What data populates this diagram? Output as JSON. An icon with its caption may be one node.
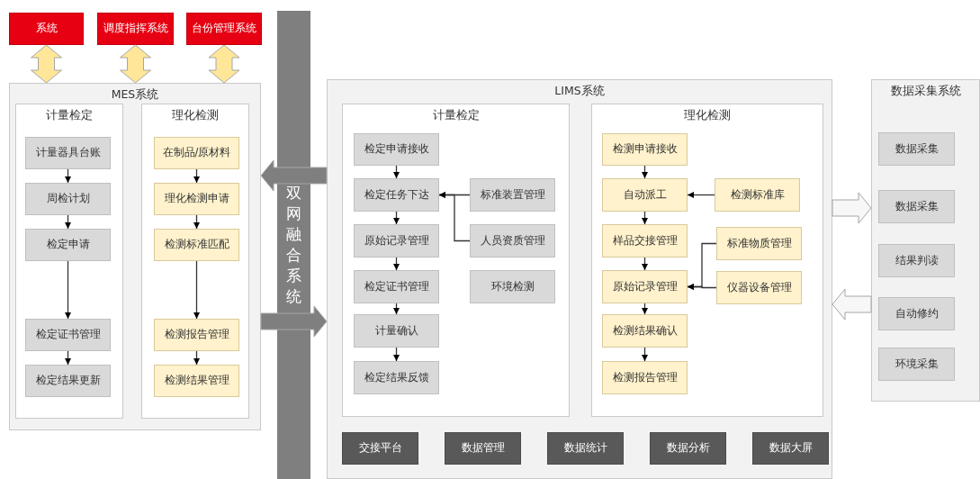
{
  "diagram": {
    "nodes": [
      {
        "text": [
          "系统"
        ]
      },
      {
        "text": [
          "调度指挥系统"
        ]
      },
      {
        "text": [
          "台份管理系统"
        ]
      },
      {
        "text": [
          "MES系统"
        ]
      },
      {
        "text": [
          "计量检定"
        ],
        "in": 3
      },
      {
        "text": [
          "计量器具台账"
        ],
        "in": 4
      },
      {
        "text": [
          "周检计划"
        ],
        "in": 4
      },
      {
        "text": [
          "检定申请"
        ],
        "in": 4
      },
      {
        "text": [
          "检定证书管理"
        ],
        "in": 4
      },
      {
        "text": [
          "检定结果更新"
        ],
        "in": 4
      },
      {
        "text": [
          "理化检测"
        ],
        "in": 3
      },
      {
        "text": [
          "在制品/原材料"
        ],
        "in": 10
      },
      {
        "text": [
          "理化检测申请"
        ],
        "in": 10
      },
      {
        "text": [
          "检测标准匹配"
        ],
        "in": 10
      },
      {
        "text": [
          "检测报告管理"
        ],
        "in": 10
      },
      {
        "text": [
          "检测结果管理"
        ],
        "in": 10
      },
      {
        "text": [
          "双网融合系统"
        ]
      },
      {
        "text": [
          "LIMS系统"
        ]
      },
      {
        "text": [
          "计量检定"
        ],
        "in": 17
      },
      {
        "text": [
          "检定申请接收"
        ],
        "in": 18
      },
      {
        "text": [
          "检定任务下达"
        ],
        "in": 18
      },
      {
        "text": [
          "原始记录管理"
        ],
        "in": 18
      },
      {
        "text": [
          "检定证书管理"
        ],
        "in": 18
      },
      {
        "text": [
          "计量确认"
        ],
        "in": 18
      },
      {
        "text": [
          "检定结果反馈"
        ],
        "in": 18
      },
      {
        "text": [
          "标准装置管理"
        ],
        "in": 18
      },
      {
        "text": [
          "人员资质管理"
        ],
        "in": 18
      },
      {
        "text": [
          "环境检测"
        ],
        "in": 18
      },
      {
        "text": [
          "理化检测"
        ],
        "in": 17
      },
      {
        "text": [
          "检测申请接收"
        ],
        "in": 28
      },
      {
        "text": [
          "自动派工"
        ],
        "in": 28
      },
      {
        "text": [
          "样品交接管理"
        ],
        "in": 28
      },
      {
        "text": [
          "原始记录管理"
        ],
        "in": 28
      },
      {
        "text": [
          "检测结果确认"
        ],
        "in": 28
      },
      {
        "text": [
          "检测报告管理"
        ],
        "in": 28
      },
      {
        "text": [
          "检测标准库"
        ],
        "in": 28
      },
      {
        "text": [
          "标准物质管理"
        ],
        "in": 28
      },
      {
        "text": [
          "仪器设备管理"
        ],
        "in": 28
      },
      {
        "text": [
          "交接平台"
        ],
        "in": 17
      },
      {
        "text": [
          "数据管理"
        ],
        "in": 17
      },
      {
        "text": [
          "数据统计"
        ],
        "in": 17
      },
      {
        "text": [
          "数据分析"
        ],
        "in": 17
      },
      {
        "text": [
          "数据大屏"
        ],
        "in": 17
      },
      {
        "text": [
          "数据采集系统"
        ]
      },
      {
        "text": [
          "数据采集"
        ],
        "in": 43
      },
      {
        "text": [
          "数据采集"
        ],
        "in": 43
      },
      {
        "text": [
          "结果判读"
        ],
        "in": 43
      },
      {
        "text": [
          "自动修约"
        ],
        "in": 43
      },
      {
        "text": [
          "环境采集"
        ],
        "in": 43
      }
    ],
    "edges": [
      {
        "from": 0,
        "to": 3,
        "arrow": "both",
        "style": "thick",
        "color": "#ffe699"
      },
      {
        "from": 1,
        "to": 3,
        "arrow": "both",
        "style": "thick",
        "color": "#ffe699"
      },
      {
        "from": 2,
        "to": 3,
        "arrow": "both",
        "style": "thick",
        "color": "#ffe699"
      },
      {
        "from": 17,
        "to": 3,
        "arrow": "to",
        "style": "thick",
        "color": "#7f7f7f"
      },
      {
        "from": 3,
        "to": 17,
        "arrow": "to",
        "style": "thick",
        "color": "#7f7f7f"
      },
      {
        "from": 17,
        "to": 43,
        "arrow": "to",
        "style": "thick",
        "color": "#f7f7f7"
      },
      {
        "from": 43,
        "to": 17,
        "arrow": "to",
        "style": "thick",
        "color": "#f7f7f7"
      },
      {
        "from": 5,
        "to": 6,
        "arrow": "to"
      },
      {
        "from": 6,
        "to": 7,
        "arrow": "to"
      },
      {
        "from": 7,
        "to": 8,
        "arrow": "to"
      },
      {
        "from": 8,
        "to": 9,
        "arrow": "to"
      },
      {
        "from": 11,
        "to": 12,
        "arrow": "to"
      },
      {
        "from": 12,
        "to": 13,
        "arrow": "to"
      },
      {
        "from": 13,
        "to": 14,
        "arrow": "to"
      },
      {
        "from": 14,
        "to": 15,
        "arrow": "to"
      },
      {
        "from": 19,
        "to": 20,
        "arrow": "to"
      },
      {
        "from": 20,
        "to": 21,
        "arrow": "to"
      },
      {
        "from": 21,
        "to": 22,
        "arrow": "to"
      },
      {
        "from": 22,
        "to": 23,
        "arrow": "to"
      },
      {
        "from": 23,
        "to": 24,
        "arrow": "to"
      },
      {
        "from": 25,
        "to": 20,
        "arrow": "to"
      },
      {
        "from": 26,
        "to": 20,
        "arrow": "to"
      },
      {
        "from": 29,
        "to": 30,
        "arrow": "to"
      },
      {
        "from": 30,
        "to": 31,
        "arrow": "to"
      },
      {
        "from": 31,
        "to": 32,
        "arrow": "to"
      },
      {
        "from": 32,
        "to": 33,
        "arrow": "to"
      },
      {
        "from": 33,
        "to": 34,
        "arrow": "to"
      },
      {
        "from": 35,
        "to": 30,
        "arrow": "to"
      },
      {
        "from": 36,
        "to": 32,
        "arrow": "to"
      },
      {
        "from": 37,
        "to": 32,
        "arrow": "to"
      }
    ]
  }
}
